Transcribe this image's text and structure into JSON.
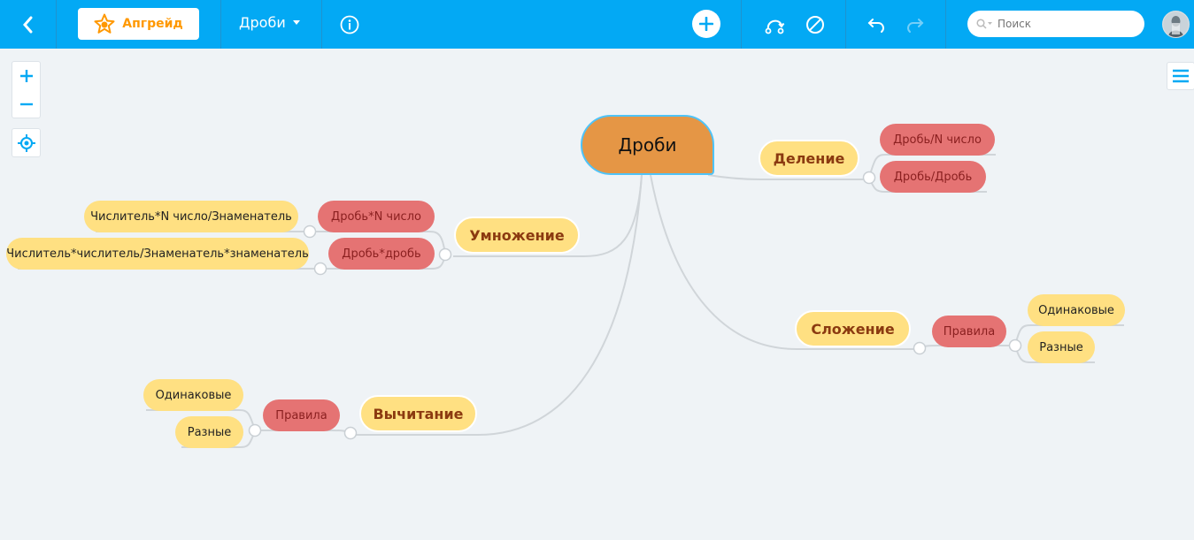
{
  "topbar": {
    "upgrade_label": "Апгрейд",
    "doc_title": "Дроби",
    "search_placeholder": "Поиск",
    "icons": [
      "back-icon",
      "star-icon",
      "caret-down-icon",
      "info-icon",
      "add-icon",
      "connection-icon",
      "no-style-icon",
      "undo-icon",
      "redo-icon",
      "search-icon",
      "avatar"
    ],
    "brand_color": "#03a9f4"
  },
  "map": {
    "root": "Дроби",
    "branches": {
      "division": {
        "label": "Деление",
        "children": [
          "Дробь/N число",
          "Дробь/Дробь"
        ]
      },
      "multiplication": {
        "label": "Умножение",
        "children": [
          {
            "label": "Дробь*N число",
            "child": "Числитель*N число/Знаменатель"
          },
          {
            "label": "Дробь*дробь",
            "child": "Числитель*числитель/Знаменатель*знаменатель"
          }
        ]
      },
      "addition": {
        "label": "Сложение",
        "rule": "Правила",
        "children": [
          "Одинаковые",
          "Разные"
        ]
      },
      "subtraction": {
        "label": "Вычитание",
        "rule": "Правила",
        "children": [
          "Одинаковые",
          "Разные"
        ]
      }
    },
    "colors": {
      "root": "#e59645",
      "main": "#ffe082",
      "red": "#e57373",
      "line": "#d0d5d9"
    }
  }
}
